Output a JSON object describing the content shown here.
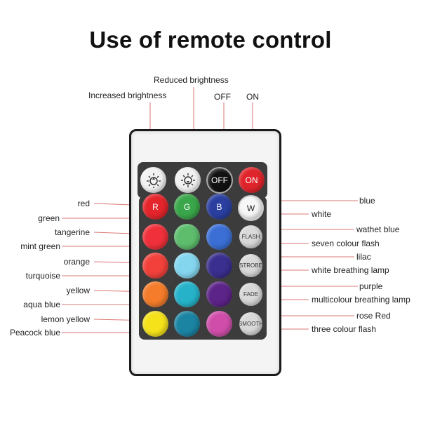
{
  "title": "Use of remote control",
  "callouts": {
    "reduced_brightness": "Reduced brightness",
    "increased_brightness": "Increased brightness",
    "off": "OFF",
    "on": "ON"
  },
  "left_labels": [
    "red",
    "green",
    "tangerine",
    "mint green",
    "orange",
    "turquoise",
    "yellow",
    "aqua blue",
    "lemon yellow",
    "Peacock blue"
  ],
  "right_labels": [
    "blue",
    "white",
    "wathet blue",
    "seven colour flash",
    "lilac",
    "white breathing lamp",
    "purple",
    "multicolour breathing lamp",
    "rose Red",
    "three colour flash"
  ],
  "buttons": {
    "bright_up_icon": "sun-up-icon",
    "bright_down_icon": "sun-down-icon",
    "off": "OFF",
    "on": "ON",
    "r": "R",
    "g": "G",
    "b": "B",
    "w": "W",
    "flash": "FLASH",
    "strobe": "STROBE",
    "fade": "FADE",
    "smooth": "SMOOTH"
  },
  "colors": {
    "off_button": "#111111",
    "on_button": "#e0242b",
    "red": "#e5252c",
    "green": "#3aa64a",
    "blue": "#2a3fa0",
    "white": "#f7f7f7",
    "tangerine": "#f0303a",
    "mint_green": "#5dbd6d",
    "wathet_blue": "#3b6fd6",
    "orange": "#f2413b",
    "turquoise": "#84d6ef",
    "lilac": "#3a2e8e",
    "yellow": "#f47c2a",
    "aqua_blue": "#26b3c9",
    "purple": "#5c2388",
    "lemon_yellow": "#f5e21a",
    "peacock_blue": "#1b84a3",
    "rose_red": "#d04eaa",
    "mode_buttons": "#d9d9d9",
    "leader_line": "#d97a76"
  }
}
